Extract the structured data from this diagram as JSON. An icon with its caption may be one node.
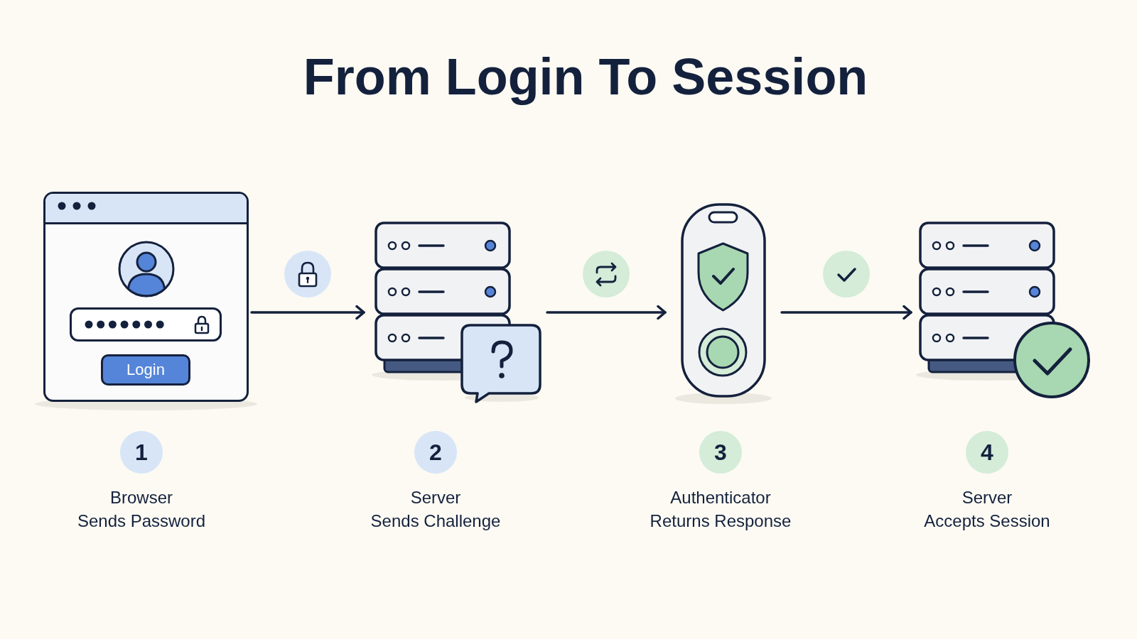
{
  "diagram": {
    "title": "From Login To Session",
    "nodes": [
      {
        "text": [
          "Login"
        ]
      },
      {
        "text": [
          "1"
        ],
        "beside": [
          "Browser Sends Password"
        ]
      },
      {
        "text": [],
        "shape": "picture"
      },
      {
        "text": [
          "2"
        ],
        "beside": [
          "Server Sends Challenge"
        ]
      },
      {
        "text": [],
        "shape": "picture"
      },
      {
        "text": [
          "3"
        ],
        "beside": [
          "Authenticator Returns Response"
        ]
      },
      {
        "text": [],
        "shape": "picture"
      },
      {
        "text": [
          "4"
        ],
        "beside": [
          "Server Accepts Session"
        ]
      }
    ],
    "edges": [
      {
        "from": 0,
        "to": 2,
        "arrow": "to"
      },
      {
        "from": 2,
        "to": 4,
        "arrow": "to"
      },
      {
        "from": 4,
        "to": 6,
        "arrow": "to"
      }
    ]
  }
}
